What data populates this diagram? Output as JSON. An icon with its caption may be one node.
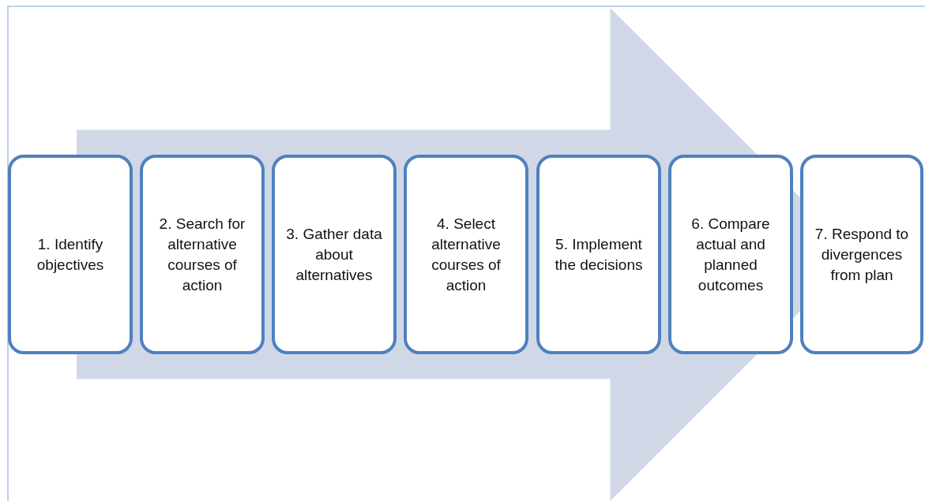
{
  "diagram": {
    "nodes": [
      {
        "text": [
          "1. Identify objectives"
        ]
      },
      {
        "text": [
          "2. Search for alternative courses of action"
        ]
      },
      {
        "text": [
          "3. Gather data about alternatives"
        ]
      },
      {
        "text": [
          "4. Select alternative courses of action"
        ]
      },
      {
        "text": [
          "5. Implement the decisions"
        ]
      },
      {
        "text": [
          "6. Compare actual and planned outcomes"
        ]
      },
      {
        "text": [
          "7. Respond to divergences from plan"
        ]
      }
    ],
    "edges": [
      {
        "from": 0,
        "to": 6,
        "arrow": "to",
        "style": "thick"
      }
    ]
  }
}
